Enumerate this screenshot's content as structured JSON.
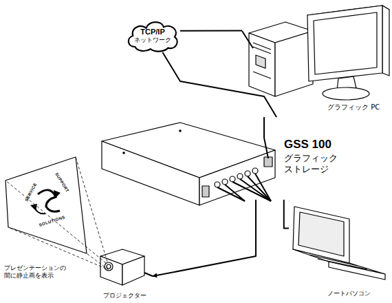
{
  "diagram": {
    "nodes": [
      {
        "text": [
          "TCP/IP",
          "ネットワーク"
        ]
      },
      {
        "text": [
          "グラフィック PC"
        ]
      },
      {
        "text": [
          "GSS 100",
          "グラフィック ストレージ"
        ]
      },
      {
        "text": [
          "プレゼンテーションの 間に静止画を表示"
        ]
      },
      {
        "text": [
          "プロジェクター"
        ]
      },
      {
        "text": [
          "ノートパソコン"
        ]
      }
    ],
    "edges": [
      {
        "from": 0,
        "to": 1,
        "arrow": "none"
      },
      {
        "from": 0,
        "to": 2,
        "arrow": "none"
      },
      {
        "from": 2,
        "to": 4,
        "arrow": "to"
      },
      {
        "from": 2,
        "to": 5,
        "arrow": "none"
      }
    ],
    "labels": [
      "SERVICE",
      "SUPPORT",
      "SOLUTIONS"
    ]
  }
}
